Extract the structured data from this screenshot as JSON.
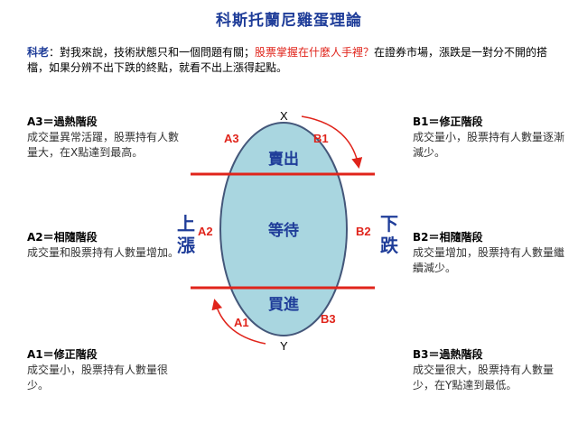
{
  "title": "科斯托蘭尼雞蛋理論",
  "intro": {
    "lead": "科老",
    "text1": "：對我來說，技術狀態只和一個問題有關；",
    "highlight": "股票掌握在什麼人手裡？",
    "text2": "在證券市場，漲跌是一對分不開的搭檔，如果分辨不出下跌的終點，就看不出上漲得起點。"
  },
  "diagram": {
    "top_point": "X",
    "bottom_point": "Y",
    "sell": "賣出",
    "wait": "等待",
    "buy": "買進",
    "left_side": [
      "上",
      "漲"
    ],
    "right_side": [
      "下",
      "跌"
    ],
    "labels": {
      "a1": "A1",
      "a2": "A2",
      "a3": "A3",
      "b1": "B1",
      "b2": "B2",
      "b3": "B3"
    },
    "colors": {
      "egg_fill": "#a9d6e0",
      "egg_stroke": "#44577a",
      "line": "#e0241b",
      "label_red": "#e0241b",
      "label_blue": "#1f3d99"
    }
  },
  "notes": {
    "a3": {
      "head": "A3＝過熱階段",
      "body": "成交量異常活躍，股票持有人數量大，在X點達到最高。"
    },
    "a2": {
      "head": "A2＝相隨階段",
      "body": "成交量和股票持有人數量增加。"
    },
    "a1": {
      "head": "A1＝修正階段",
      "body": "成交量小，股票持有人數量很少。"
    },
    "b1": {
      "head": "B1＝修正階段",
      "body": "成交量小，股票持有人數量逐漸減少。"
    },
    "b2": {
      "head": "B2＝相隨階段",
      "body": "成交量增加，股票持有人數量繼續減少。"
    },
    "b3": {
      "head": "B3＝過熱階段",
      "body": "成交量很大，股票持有人數量少，在Y點達到最低。"
    }
  }
}
